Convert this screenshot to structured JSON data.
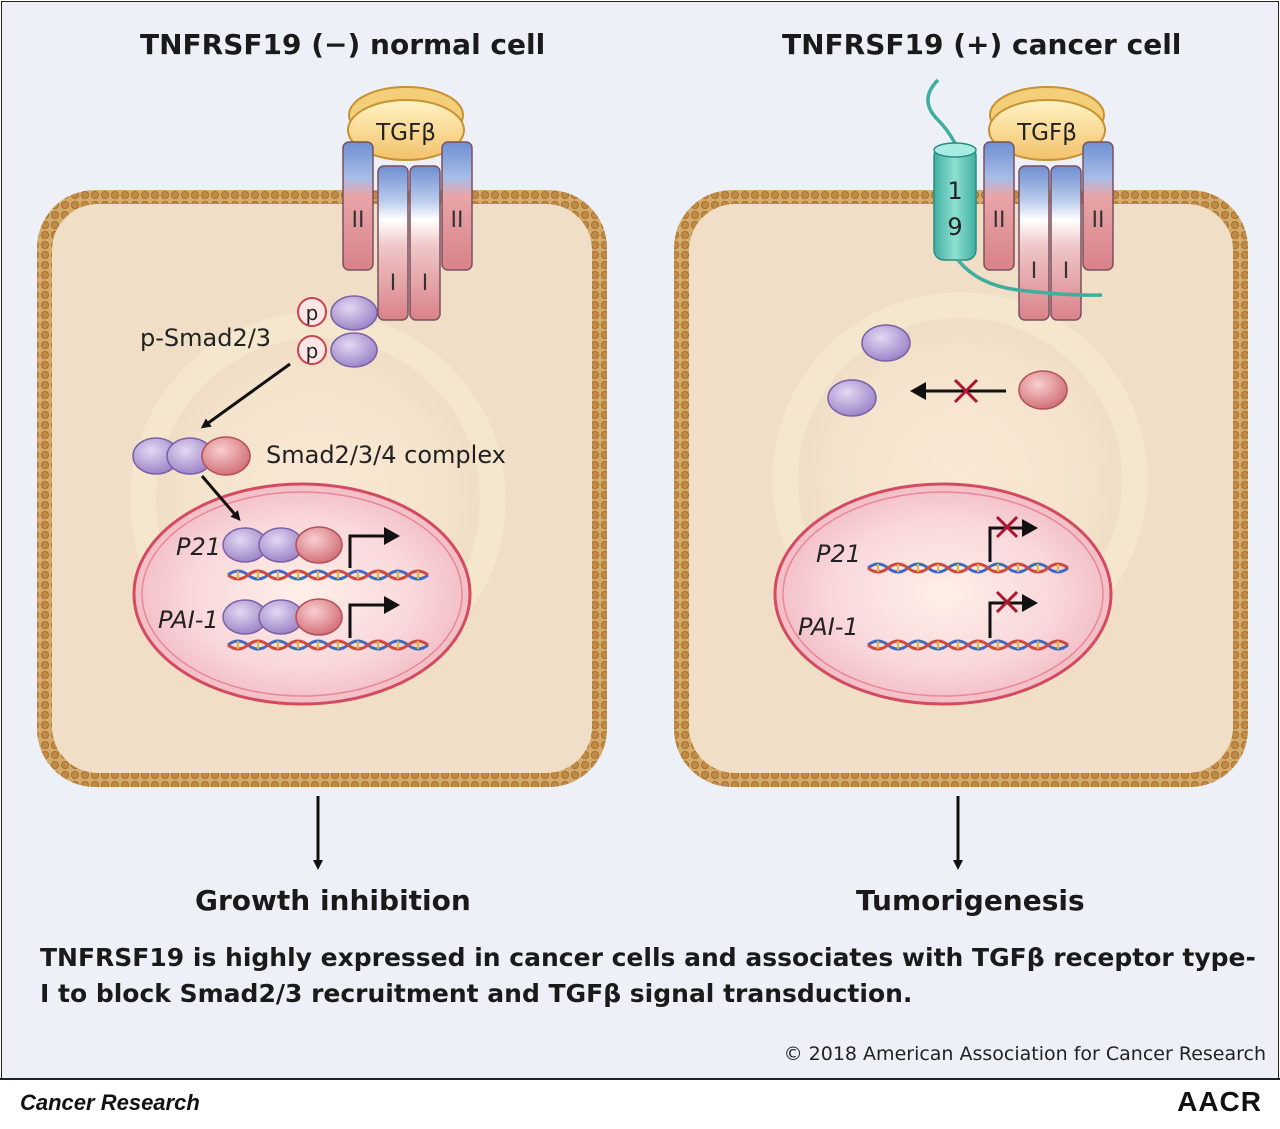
{
  "left_cell": {
    "title": "TNFRSF19 (−) normal cell",
    "ligand_label": "TGFβ",
    "receptor_type2_label": "II",
    "receptor_type1_label": "I",
    "phospho_label": "p",
    "psmad_label": "p-Smad2/3",
    "complex_label": "Smad2/3/4 complex",
    "gene1_label": "P21",
    "gene2_label": "PAI-1",
    "outcome": "Growth inhibition"
  },
  "right_cell": {
    "title": "TNFRSF19 (+) cancer cell",
    "ligand_label": "TGFβ",
    "receptor_type2_label": "II",
    "receptor_type1_label": "I",
    "tnfrsf19_digit1": "1",
    "tnfrsf19_digit2": "9",
    "gene1_label": "P21",
    "gene2_label": "PAI-1",
    "outcome": "Tumorigenesis"
  },
  "caption": "TNFRSF19 is highly expressed in cancer cells and associates with TGFβ receptor type-I to block Smad2/3 recruitment and TGFβ signal transduction.",
  "copyright": "© 2018 American Association for Cancer Research",
  "footer": {
    "journal": "Cancer Research",
    "publisher": "AACR"
  },
  "colors": {
    "background": "#eef0f8",
    "cytoplasm": "#f1dec6",
    "membrane": "#c99a54",
    "nucleus": "#f6cfd6",
    "nucleus_border": "#d44a5e",
    "smad23": "#b9a6d9",
    "smad4": "#e59aa0",
    "receptor_blue": "#7e9bd6",
    "receptor_pink": "#e4a0a4",
    "tnfrsf19": "#5cc2b6",
    "block_x": "#b0152f"
  }
}
